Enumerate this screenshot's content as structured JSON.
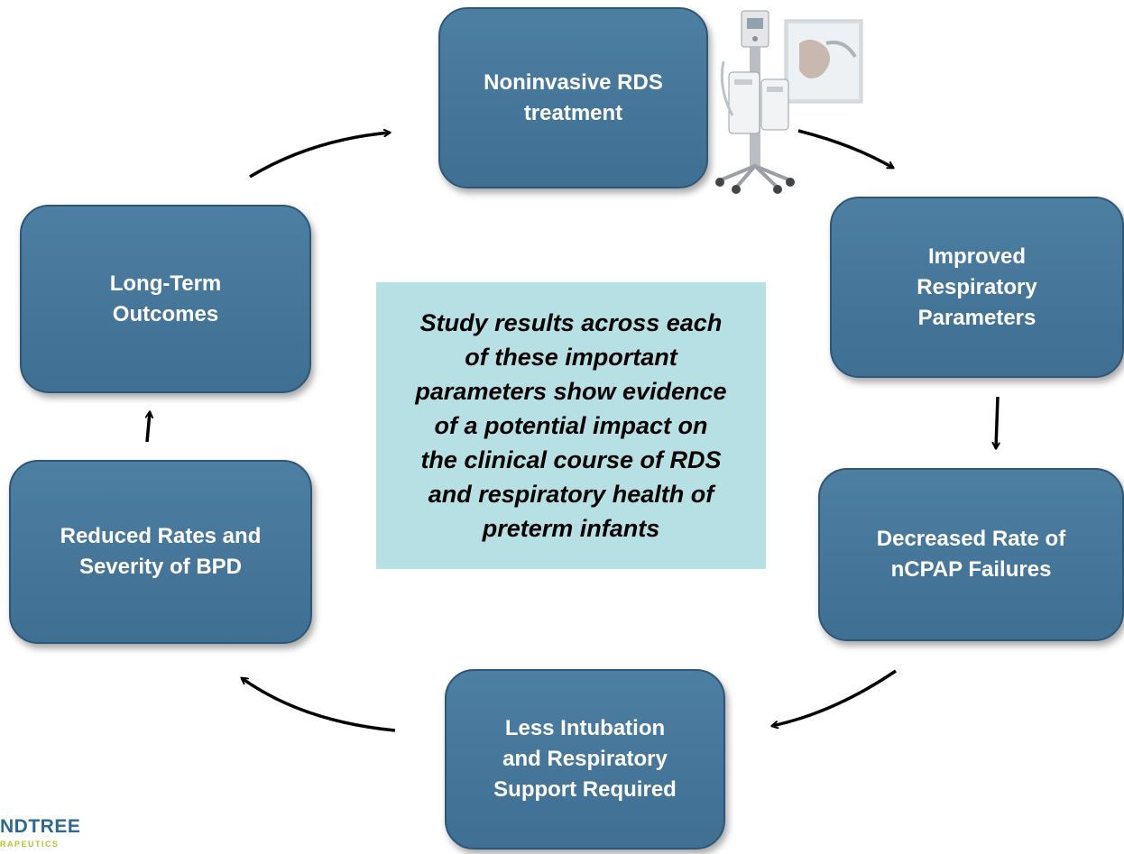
{
  "diagram": {
    "nodes": [
      {
        "id": "noninvasive",
        "label": "Noninvasive RDS\ntreatment"
      },
      {
        "id": "improved",
        "label": "Improved\nRespiratory\nParameters"
      },
      {
        "id": "decreased",
        "label": "Decreased Rate of\nnCPAP Failures"
      },
      {
        "id": "less-intubation",
        "label": "Less Intubation\nand Respiratory\nSupport Required"
      },
      {
        "id": "reduced-bpd",
        "label": "Reduced Rates and\nSeverity of BPD"
      },
      {
        "id": "long-term",
        "label": "Long-Term\nOutcomes"
      }
    ],
    "edges": [
      {
        "from": "long-term",
        "to": "noninvasive"
      },
      {
        "from": "noninvasive",
        "to": "improved"
      },
      {
        "from": "improved",
        "to": "decreased"
      },
      {
        "from": "decreased",
        "to": "less-intubation"
      },
      {
        "from": "less-intubation",
        "to": "reduced-bpd"
      },
      {
        "from": "reduced-bpd",
        "to": "long-term"
      }
    ],
    "center_text": "Study results across each\nof these important\nparameters show evidence\nof a potential impact on\nthe clinical course of RDS\nand respiratory health of\npreterm infants"
  },
  "colors": {
    "node_fill": "#4677a0",
    "node_border": "#2e5675",
    "center_fill": "#b7e0e4",
    "arrow": "#000000",
    "logo_primary": "#2e6a8e",
    "logo_secondary": "#b3c62c"
  },
  "logo": {
    "name": "NDTREE",
    "subtitle": "RAPEUTICS"
  }
}
